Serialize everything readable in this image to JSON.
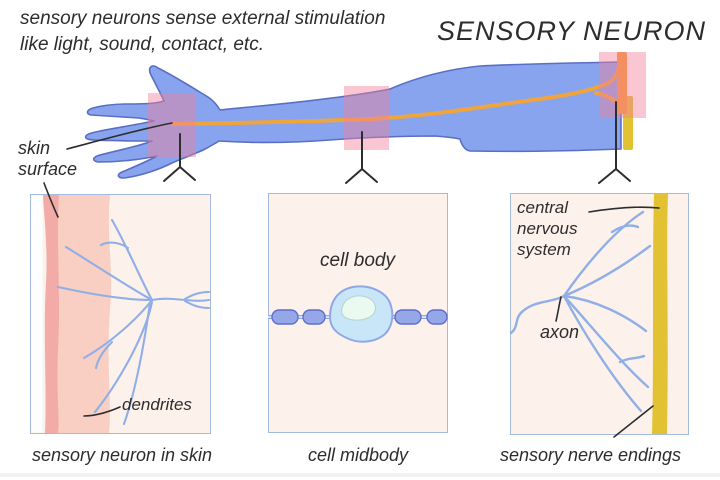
{
  "header": {
    "description_line1": "sensory neurons sense external stimulation",
    "description_line2": "like light, sound, contact, etc.",
    "title": "SENSORY NEURON"
  },
  "arm": {
    "skin_surface_label": "skin\nsurface"
  },
  "panels": {
    "skin": {
      "caption": "sensory neuron in skin",
      "dendrites_label": "dendrites"
    },
    "cell": {
      "caption": "cell midbody",
      "cell_body_label": "cell body"
    },
    "endings": {
      "caption": "sensory nerve endings",
      "cns_label": "central\nnervous\nsystem",
      "axon_label": "axon"
    }
  },
  "colors": {
    "ink": "#2d2d2d",
    "arm-blue": "#88a4ee",
    "arm-outline": "#5a6fc3",
    "nerve-orange": "#efa43e",
    "cns-orange": "#f59b35",
    "cns-yellow": "#e2c233",
    "highlight-pink": "#f2809a",
    "panel-bg": "#fdf1ec",
    "panel-border": "#a4bade",
    "skin-dark": "#f2aba6",
    "skin-mid": "#f8cfc2",
    "neuron-line": "#8fafe6",
    "myelin-fill": "#96a7e8",
    "myelin-outline": "#5c6fd0",
    "cellbody-fill": "#c9e6f8",
    "nucleus-fill": "#eafaf0"
  }
}
